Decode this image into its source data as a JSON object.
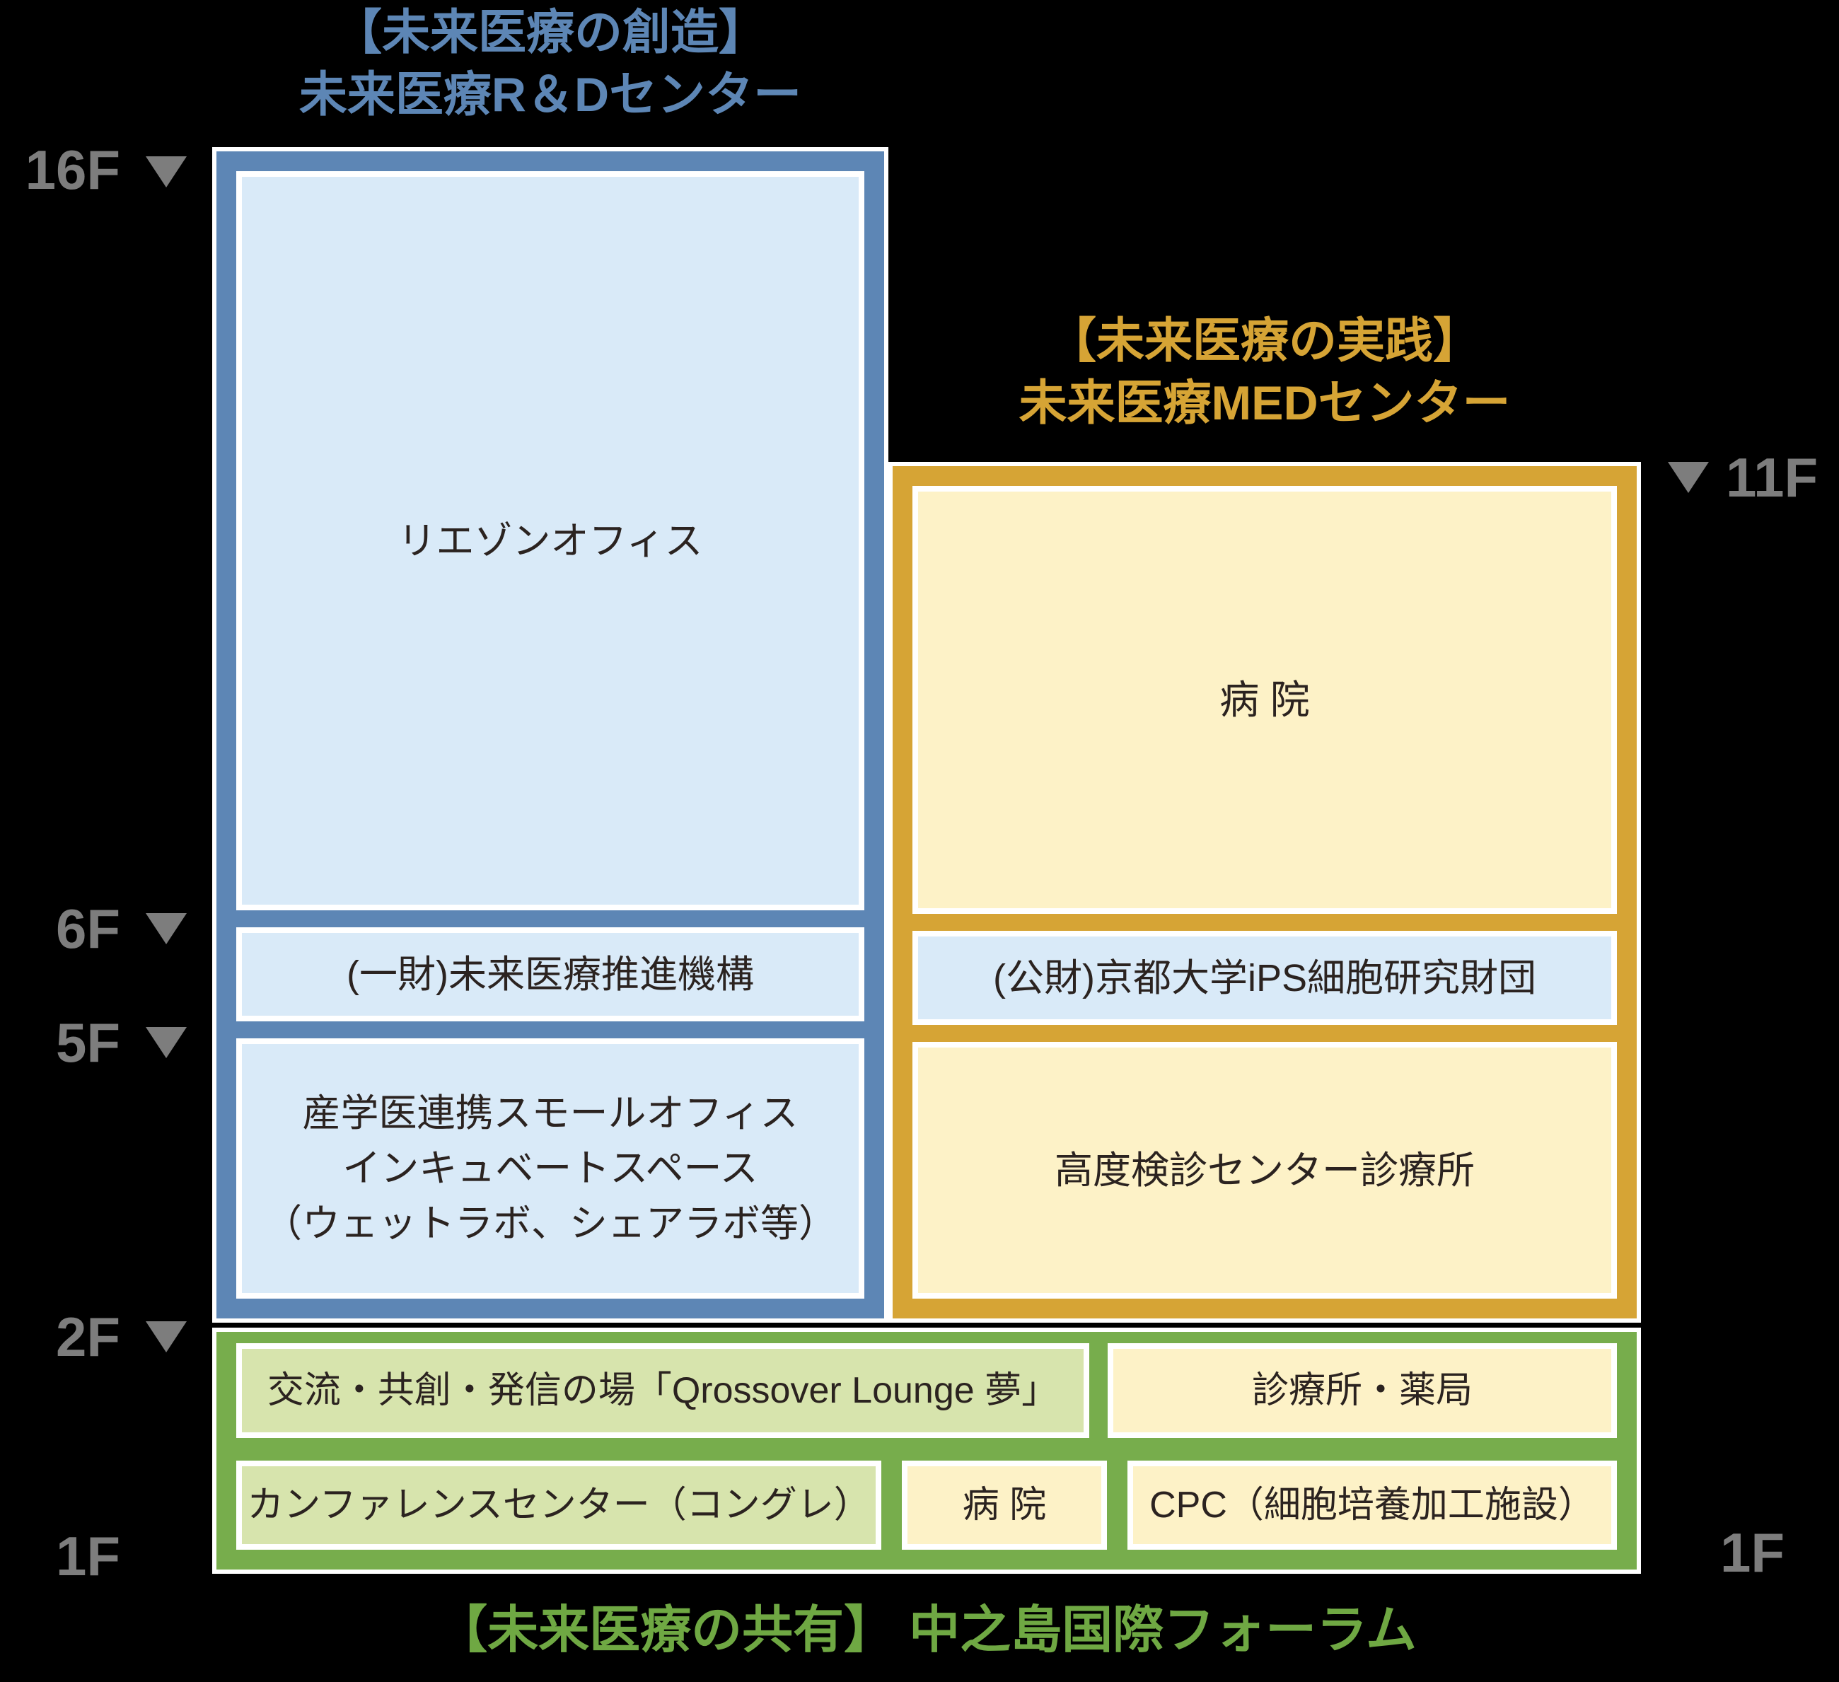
{
  "colors": {
    "background": "#000000",
    "rd_blue": "#5d86b5",
    "rd_cell_blue": "#d9eaf8",
    "med_orange": "#d6a435",
    "med_cell_yellow": "#fdf2c7",
    "forum_green": "#77ad4c",
    "forum_cell_green": "#d7e4ad",
    "floor_label_gray": "#7d7d7d",
    "cell_text": "#2b2320"
  },
  "rd_center": {
    "header": {
      "line1": "【未来医療の創造】",
      "line2": "未来医療R＆Dセンター"
    },
    "cells": {
      "liaison": "リエゾンオフィス",
      "foundation": "(一財)未来医療推進機構",
      "incubate_line1": "産学医連携スモールオフィス",
      "incubate_line2": "インキュベートスペース",
      "incubate_line3": "（ウェットラボ、シェアラボ等）"
    }
  },
  "med_center": {
    "header": {
      "line1": "【未来医療の実践】",
      "line2": "未来医療MEDセンター"
    },
    "cells": {
      "hospital": "病 院",
      "ips_foundation": "(公財)京都大学iPS細胞研究財団",
      "checkup_center": "高度検診センター診療所"
    }
  },
  "forum": {
    "footer": "【未来医療の共有】 中之島国際フォーラム",
    "cells": {
      "lounge": "交流・共創・発信の場「Qrossover Lounge 夢」",
      "clinic_pharmacy": "診療所・薬局",
      "conference_center": "カンファレンスセンター（コングレ）",
      "hospital": "病 院",
      "cpc": "CPC（細胞培養加工施設）"
    }
  },
  "floors": {
    "left": [
      {
        "label": "16F"
      },
      {
        "label": "6F"
      },
      {
        "label": "5F"
      },
      {
        "label": "2F"
      },
      {
        "label": "1F"
      }
    ],
    "right": [
      {
        "label": "11F"
      },
      {
        "label": "1F"
      }
    ]
  }
}
